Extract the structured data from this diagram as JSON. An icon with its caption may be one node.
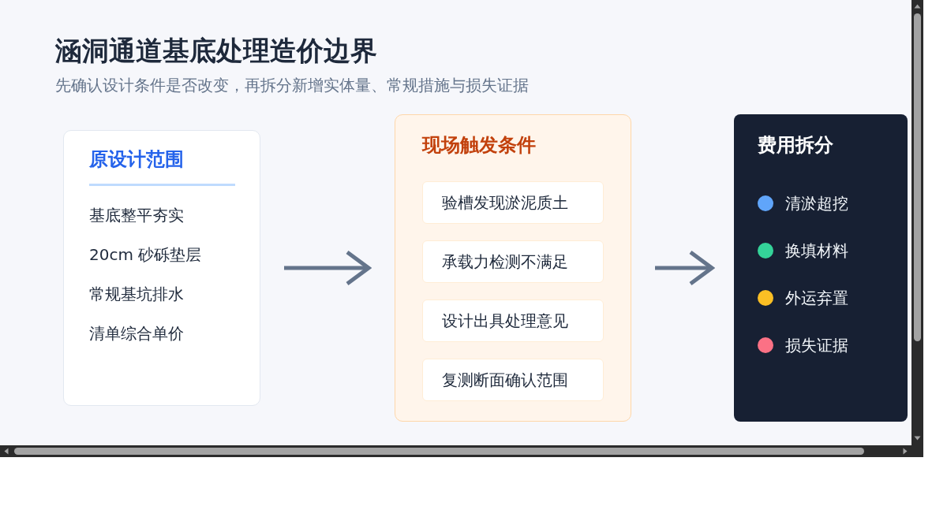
{
  "diagram": {
    "title": "涵洞通道基底处理造价边界",
    "nodes": [
      {
        "text": [
          "原设计范围",
          "基底整平夯实",
          "20cm 砂砾垫层",
          "常规基坑排水",
          "清单综合单价"
        ]
      },
      {
        "text": [
          "现场触发条件"
        ]
      },
      {
        "text": [
          "验槽发现淤泥质土"
        ],
        "in": 1
      },
      {
        "text": [
          "承载力检测不满足"
        ],
        "in": 1
      },
      {
        "text": [
          "设计出具处理意见"
        ],
        "in": 1
      },
      {
        "text": [
          "复测断面确认范围"
        ],
        "in": 1
      },
      {
        "text": [
          "费用拆分",
          "清淤超挖",
          "换填材料",
          "外运弃置",
          "损失证据"
        ]
      }
    ],
    "edges": [
      {
        "from": 0,
        "to": 1,
        "arrow": "to"
      },
      {
        "from": 1,
        "to": 6,
        "arrow": "to"
      }
    ],
    "labels": [
      "先确认设计条件是否改变，再拆分新增实体量、常规措施与损失证据"
    ]
  }
}
